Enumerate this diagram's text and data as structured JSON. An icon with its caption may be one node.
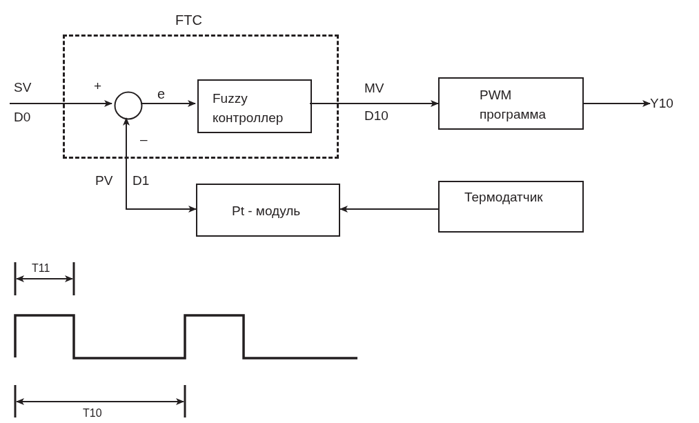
{
  "diagram": {
    "nodes": [
      {
        "text": [
          "FTC"
        ]
      },
      {
        "text": [],
        "shape": "circle",
        "in": 0
      },
      {
        "text": [
          "Fuzzy контроллер"
        ],
        "in": 0
      },
      {
        "text": [
          "PWM программа"
        ]
      },
      {
        "text": [
          "Pt - модуль"
        ]
      },
      {
        "text": [
          "Термодатчик"
        ]
      },
      {
        "text": [
          "Y10"
        ]
      }
    ],
    "edges": [
      {
        "from": null,
        "to": 1,
        "arrow": "to"
      },
      {
        "from": 1,
        "to": 2,
        "arrow": "to",
        "label": "e"
      },
      {
        "from": 2,
        "to": 3,
        "arrow": "to"
      },
      {
        "from": 3,
        "to": 6,
        "arrow": "to"
      },
      {
        "from": 4,
        "to": 1,
        "arrow": "both"
      },
      {
        "from": 5,
        "to": 4,
        "arrow": "to"
      }
    ],
    "labels": [
      "SV",
      "D0",
      "+",
      "–",
      "MV",
      "D10",
      "PV",
      "D1",
      "T11",
      "T10"
    ]
  }
}
